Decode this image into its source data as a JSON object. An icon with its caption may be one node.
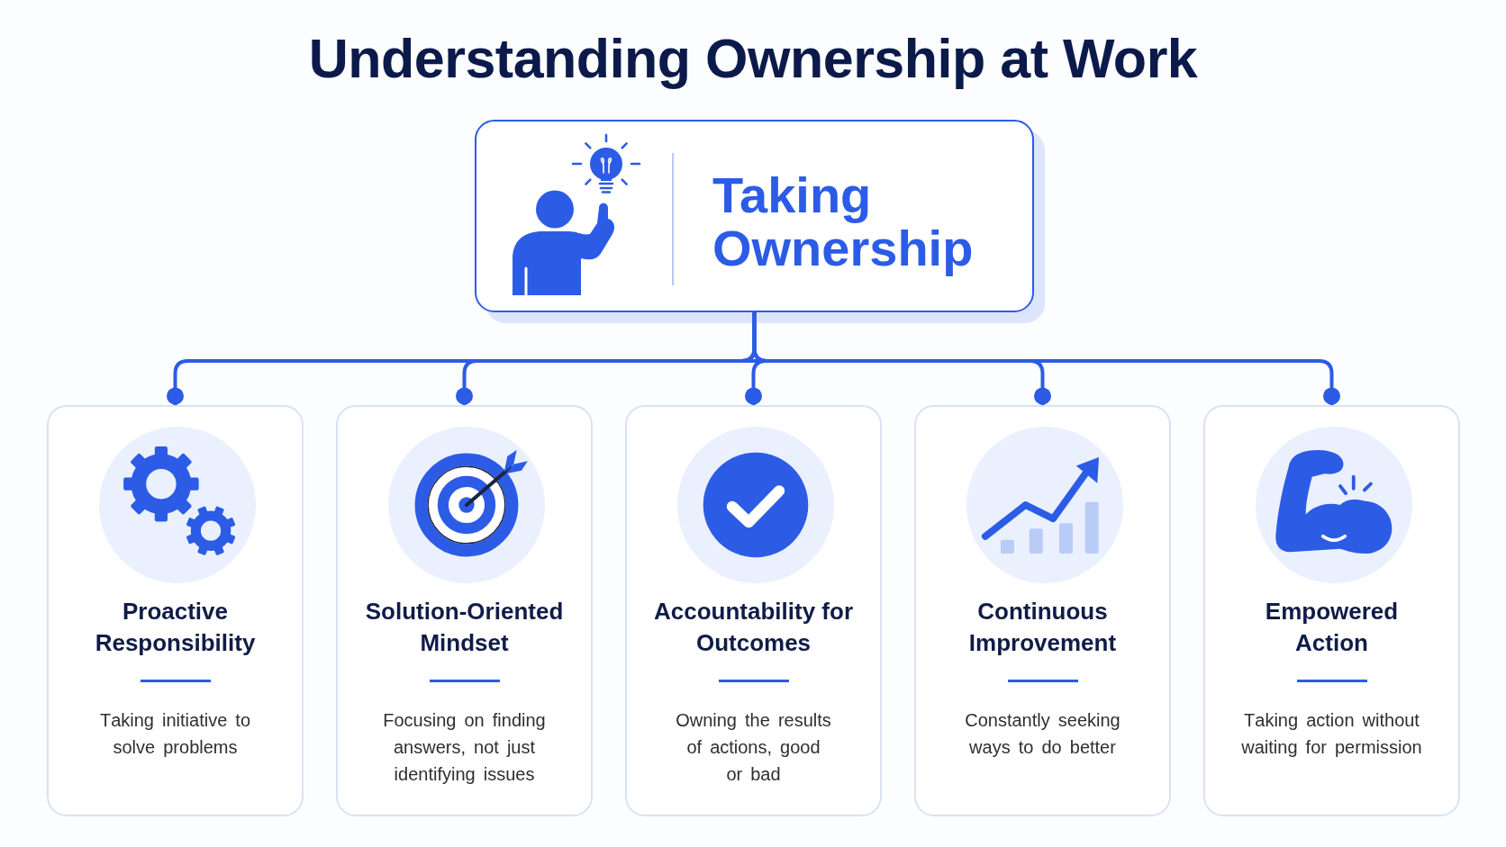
{
  "diagram": {
    "title": "Understanding Ownership at Work",
    "nodes": [
      {
        "text": [
          "Taking Ownership"
        ]
      },
      {
        "text": [
          "Proactive Responsibility",
          "Taking initiative to solve problems"
        ]
      },
      {
        "text": [
          "Solution-Oriented Mindset",
          "Focusing on finding answers, not just identifying issues"
        ]
      },
      {
        "text": [
          "Accountability for Outcomes",
          "Owning the results of actions, good or bad"
        ]
      },
      {
        "text": [
          "Continuous Improvement",
          "Constantly seeking ways to do better"
        ]
      },
      {
        "text": [
          "Empowered Action",
          "Taking action without waiting for permission"
        ]
      }
    ],
    "edges": [
      {
        "from": 0,
        "to": 1,
        "arrow": "other"
      },
      {
        "from": 0,
        "to": 2,
        "arrow": "other"
      },
      {
        "from": 0,
        "to": 3,
        "arrow": "other"
      },
      {
        "from": 0,
        "to": 4,
        "arrow": "other"
      },
      {
        "from": 0,
        "to": 5,
        "arrow": "other"
      }
    ]
  }
}
